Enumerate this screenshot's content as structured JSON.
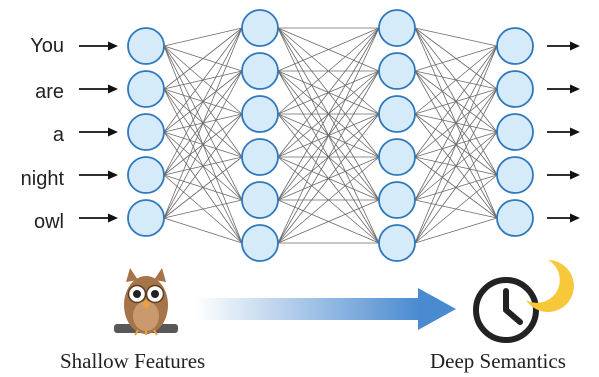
{
  "inputs": [
    "You",
    "are",
    "a",
    "night",
    "owl"
  ],
  "layers": [
    5,
    6,
    6,
    5
  ],
  "captions": {
    "left": "Shallow Features",
    "right": "Deep Semantics"
  },
  "icons": {
    "left": "owl-icon",
    "right": "clock-moon-icon"
  },
  "colors": {
    "node_fill": "#d6ebfa",
    "node_stroke": "#2f78bd",
    "edge": "#6a6a6a",
    "gradient_start": "#ffffff",
    "gradient_end": "#4a8ad0",
    "moon": "#f7c83a",
    "clock": "#222222",
    "owl_body": "#a7744a",
    "branch": "#585858"
  }
}
